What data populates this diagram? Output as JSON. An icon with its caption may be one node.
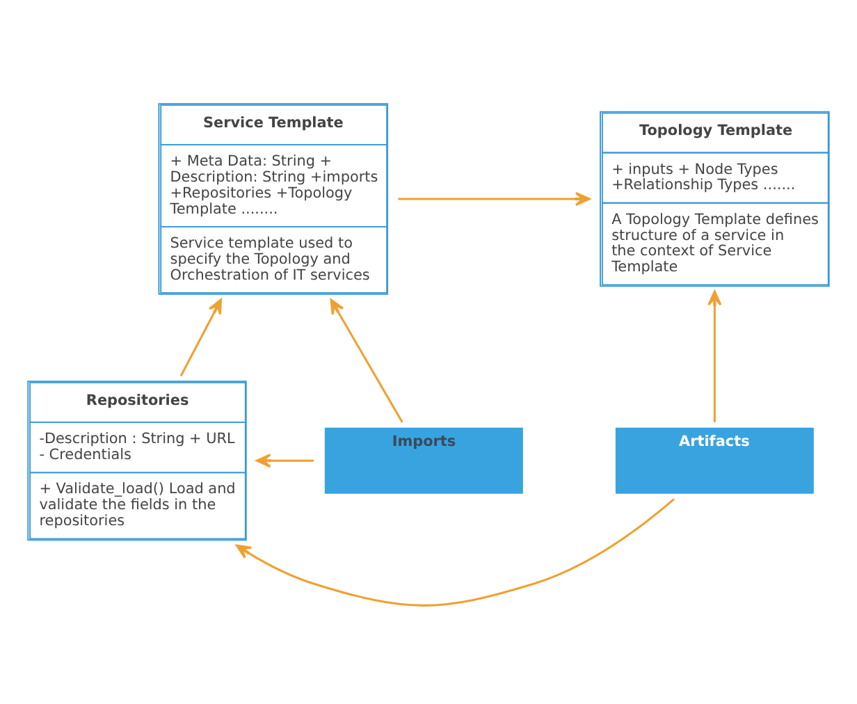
{
  "diagram": {
    "nodes": [
      {
        "text": [
          "Service Template",
          "+ Meta Data: String + Description: String +imports +Repositories +Topology Template ........",
          "Service template used to specify the Topology and Orchestration of IT services"
        ]
      },
      {
        "text": [
          "Topology Template",
          "+ inputs + Node Types +Relationship Types .......",
          "A Topology Template defines structure of a service in the context of Service Template"
        ]
      },
      {
        "text": [
          "Repositories",
          "-Description : String + URL - Credentials",
          "+ Validate_load() Load and validate the fields in the repositories"
        ]
      },
      {
        "text": [
          "Imports"
        ]
      },
      {
        "text": [
          "Artifacts"
        ]
      }
    ],
    "edges": [
      {
        "from": 0,
        "to": 1,
        "arrow": "to"
      },
      {
        "from": 2,
        "to": 0,
        "arrow": "to"
      },
      {
        "from": 3,
        "to": 0,
        "arrow": "to"
      },
      {
        "from": 4,
        "to": 1,
        "arrow": "to"
      },
      {
        "from": 3,
        "to": 2,
        "arrow": "to"
      },
      {
        "from": 4,
        "to": 2,
        "arrow": "to"
      }
    ]
  }
}
